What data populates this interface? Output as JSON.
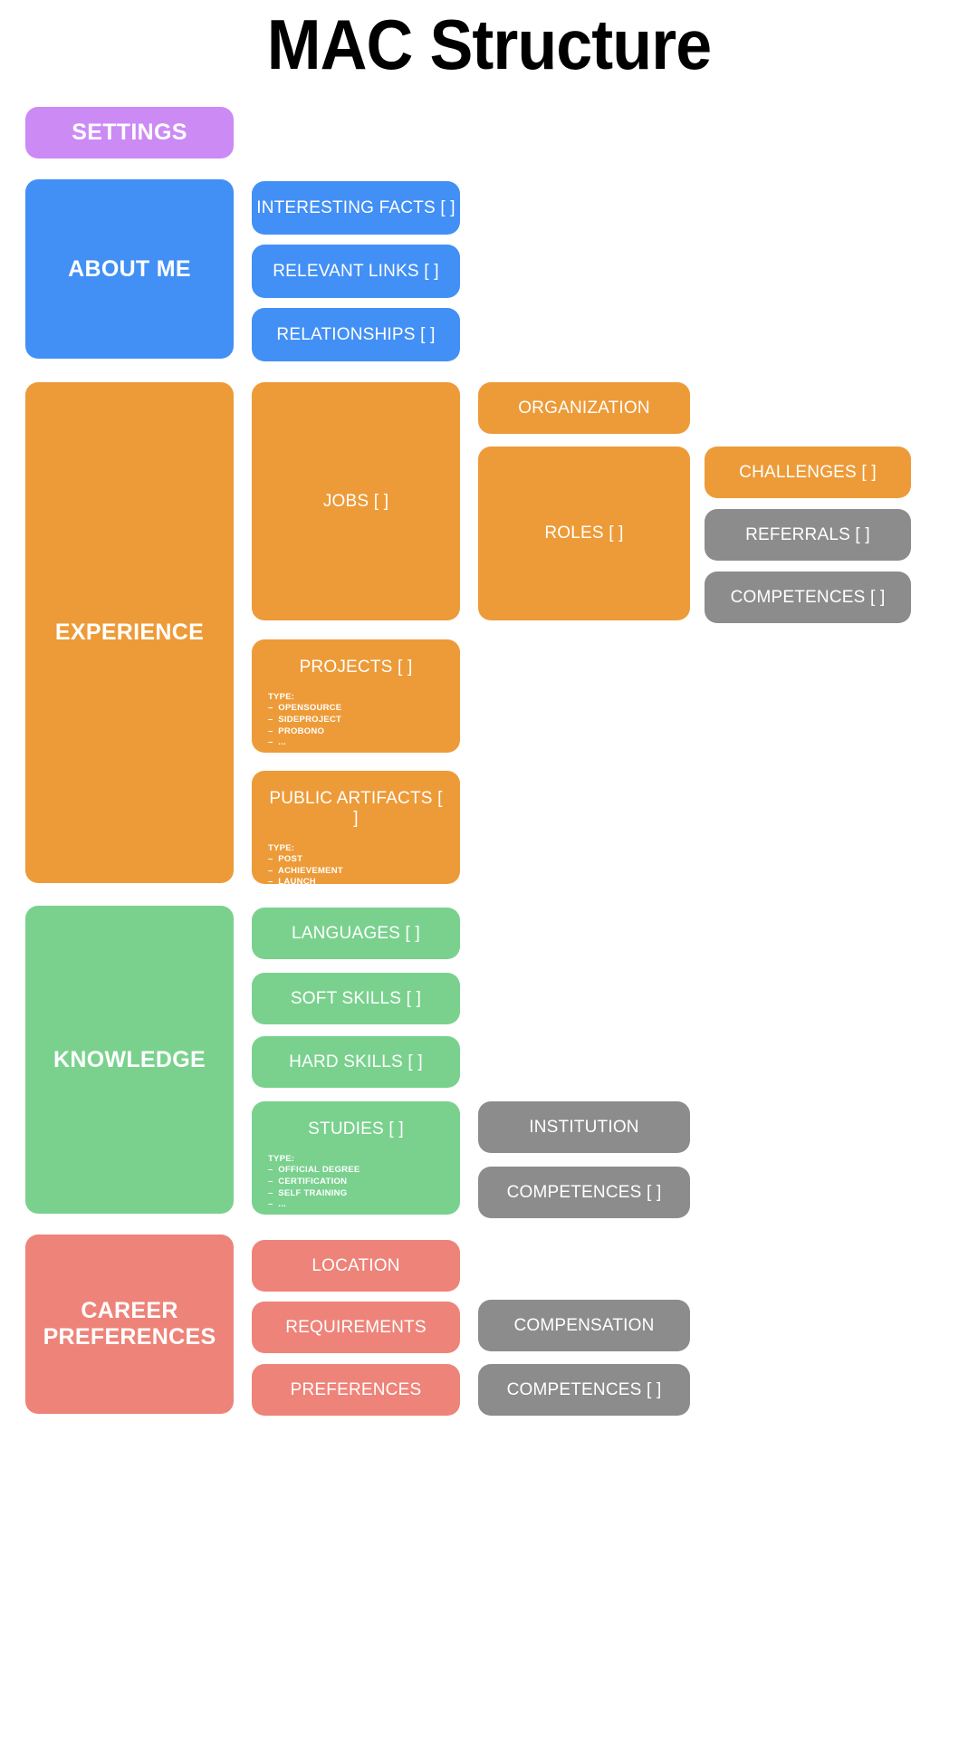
{
  "page": {
    "title": "MAC Structure",
    "background": "#ffffff"
  },
  "colors": {
    "purple": "#cc8af5",
    "blue": "#4290f5",
    "orange": "#ed9b38",
    "green": "#7ad18e",
    "red": "#ee8379",
    "gray": "#8c8c8c",
    "text": "#ffffff",
    "title": "#000000"
  },
  "sections": {
    "settings": {
      "label": "SETTINGS",
      "color": "#cc8af5"
    },
    "about_me": {
      "label": "ABOUT ME",
      "color": "#4290f5",
      "children": [
        {
          "label": "INTERESTING FACTS [ ]",
          "color": "#4290f5"
        },
        {
          "label": "RELEVANT LINKS [ ]",
          "color": "#4290f5"
        },
        {
          "label": "RELATIONSHIPS [ ]",
          "color": "#4290f5"
        }
      ]
    },
    "experience": {
      "label": "EXPERIENCE",
      "color": "#ed9b38",
      "jobs": {
        "label": "JOBS [ ]",
        "color": "#ed9b38",
        "children": [
          {
            "label": "ORGANIZATION",
            "color": "#ed9b38"
          },
          {
            "label": "ROLES [ ]",
            "color": "#ed9b38",
            "children": [
              {
                "label": "CHALLENGES [ ]",
                "color": "#ed9b38"
              },
              {
                "label": "REFERRALS [ ]",
                "color": "#8c8c8c"
              },
              {
                "label": "COMPETENCES [ ]",
                "color": "#8c8c8c"
              }
            ]
          }
        ]
      },
      "projects": {
        "label": "PROJECTS [ ]",
        "color": "#ed9b38",
        "type_heading": "TYPE:",
        "types": [
          "OPENSOURCE",
          "SIDEPROJECT",
          "PROBONO",
          "..."
        ]
      },
      "public_artifacts": {
        "label": "PUBLIC ARTIFACTS [ ]",
        "color": "#ed9b38",
        "type_heading": "TYPE:",
        "types": [
          "POST",
          "ACHIEVEMENT",
          "LAUNCH",
          "..."
        ]
      }
    },
    "knowledge": {
      "label": "KNOWLEDGE",
      "color": "#7ad18e",
      "children": [
        {
          "label": "LANGUAGES [ ]",
          "color": "#7ad18e"
        },
        {
          "label": "SOFT SKILLS [ ]",
          "color": "#7ad18e"
        },
        {
          "label": "HARD SKILLS [ ]",
          "color": "#7ad18e"
        }
      ],
      "studies": {
        "label": "STUDIES [ ]",
        "color": "#7ad18e",
        "type_heading": "TYPE:",
        "types": [
          "OFFICIAL DEGREE",
          "CERTIFICATION",
          "SELF TRAINING",
          "..."
        ],
        "children": [
          {
            "label": "INSTITUTION",
            "color": "#8c8c8c"
          },
          {
            "label": "COMPETENCES [ ]",
            "color": "#8c8c8c"
          }
        ]
      }
    },
    "career_preferences": {
      "label_line1": "CAREER",
      "label_line2": "PREFERENCES",
      "color": "#ee8379",
      "children": [
        {
          "label": "LOCATION",
          "color": "#ee8379"
        },
        {
          "label": "REQUIREMENTS",
          "color": "#ee8379",
          "child": {
            "label": "COMPENSATION",
            "color": "#8c8c8c"
          }
        },
        {
          "label": "PREFERENCES",
          "color": "#ee8379",
          "child": {
            "label": "COMPETENCES [ ]",
            "color": "#8c8c8c"
          }
        }
      ]
    }
  }
}
